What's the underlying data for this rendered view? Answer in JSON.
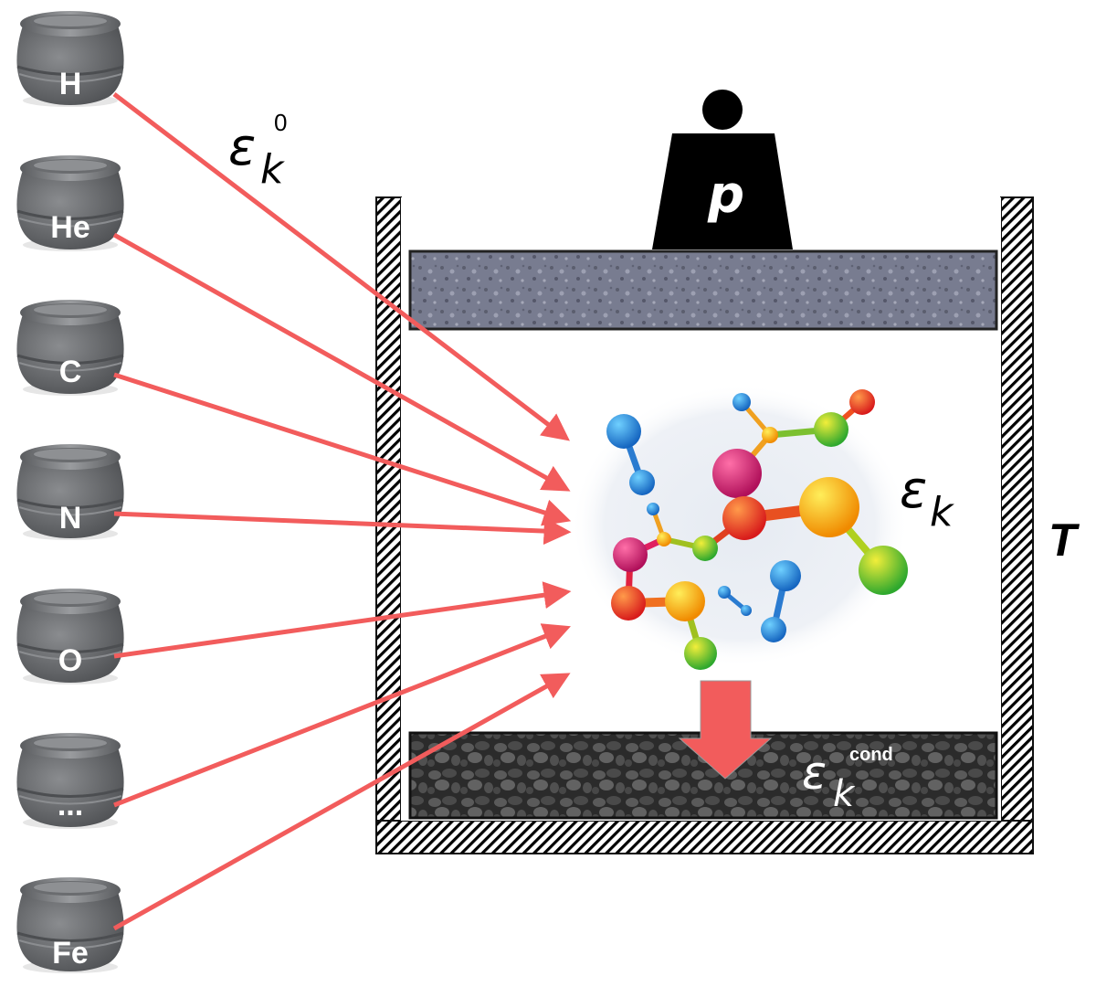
{
  "figure": {
    "jars": [
      {
        "label": "H"
      },
      {
        "label": "He"
      },
      {
        "label": "C"
      },
      {
        "label": "N"
      },
      {
        "label": "O"
      },
      {
        "label": "..."
      },
      {
        "label": "Fe"
      }
    ],
    "labels": {
      "initial_symbol": "ε",
      "initial_subscript": "k",
      "initial_superscript": "0",
      "gas_symbol": "ε",
      "gas_subscript": "k",
      "cond_symbol": "ε",
      "cond_subscript": "k",
      "cond_superscript": "cond",
      "pressure": "p",
      "temperature": "T"
    },
    "colors": {
      "arrow": "#f25c5c",
      "jar": "#6b6d70",
      "weight": "#000000",
      "wall_hatch": "#000000",
      "piston": "#6e7285",
      "condensate": "#3a3a3a"
    }
  }
}
